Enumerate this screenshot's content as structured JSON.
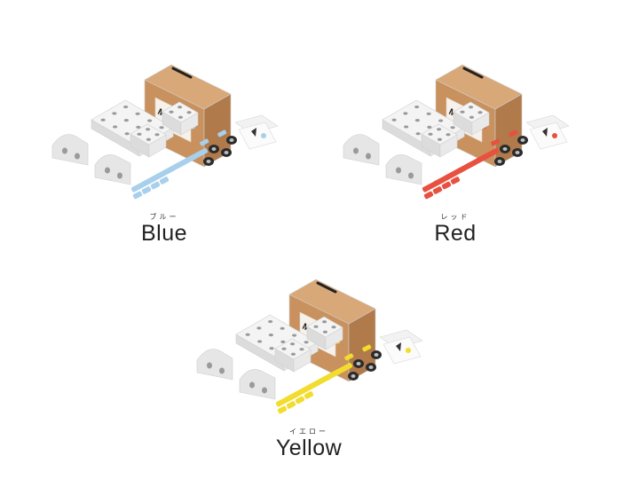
{
  "brand": "MODU",
  "variants": [
    {
      "id": "blue",
      "name": "Blue",
      "ruby": "ブルー",
      "accent": "#a8d0ec"
    },
    {
      "id": "red",
      "name": "Red",
      "ruby": "レッド",
      "accent": "#e8503f"
    },
    {
      "id": "yellow",
      "name": "Yellow",
      "ruby": "イエロー",
      "accent": "#f2dc2e"
    }
  ]
}
